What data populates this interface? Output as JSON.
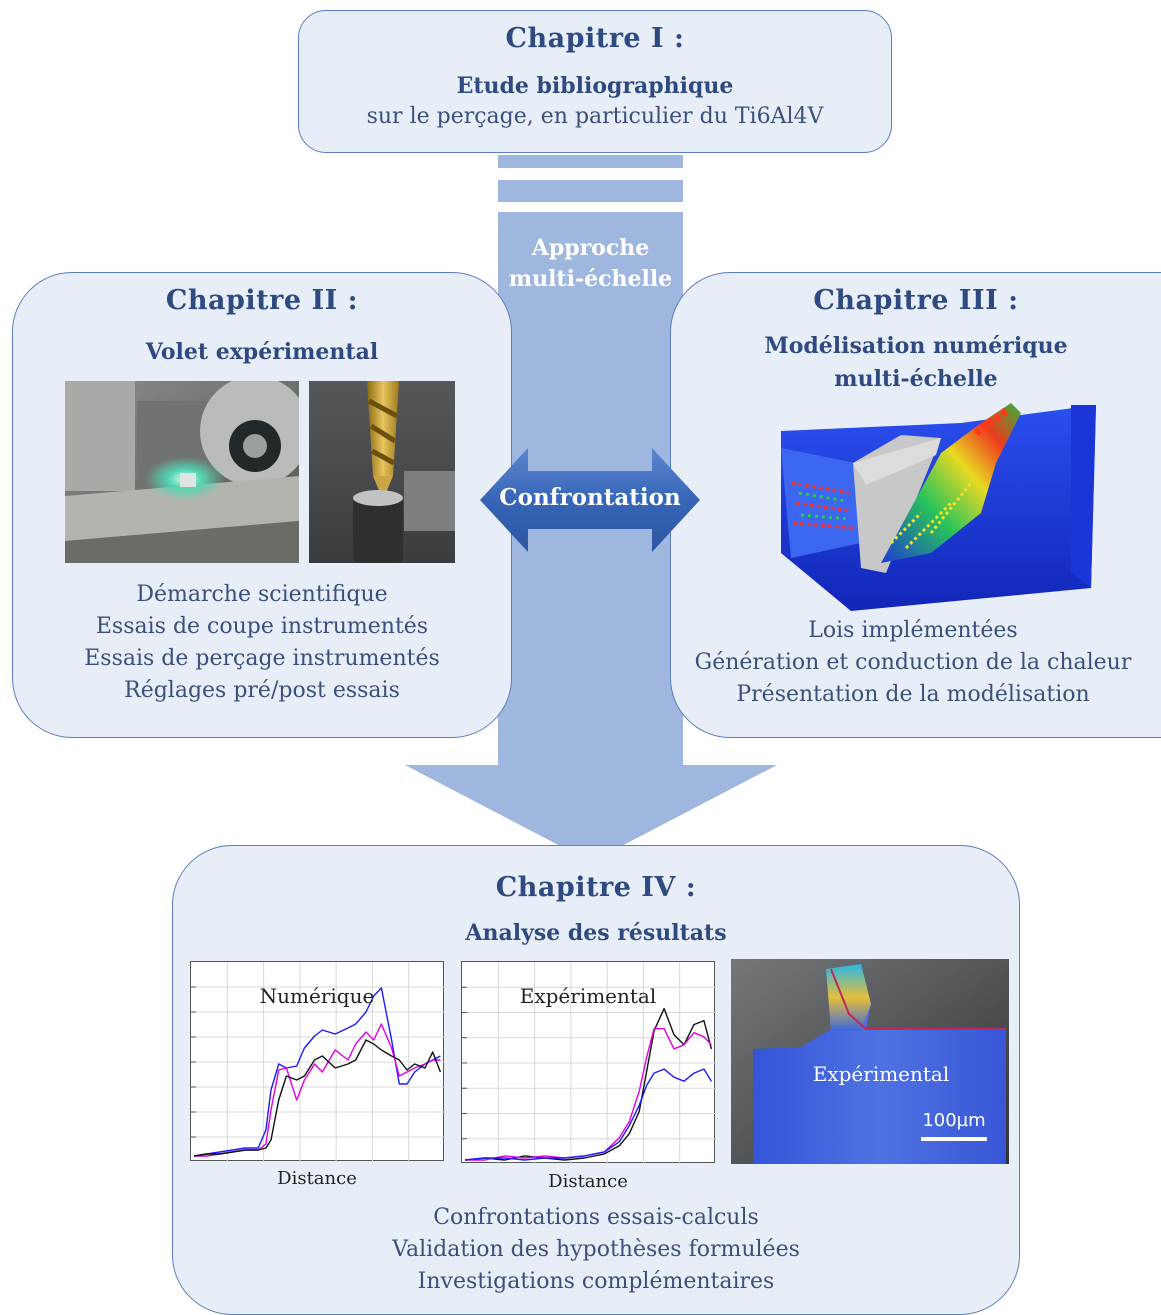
{
  "chapter1": {
    "title": "Chapitre I :",
    "subtitle": "Etude bibliographique",
    "description": "sur le perçage, en particulier du Ti6Al4V"
  },
  "central_arrow": {
    "label": "Approche multi-échelle",
    "label_line1": "Approche",
    "label_line2": "multi-échelle"
  },
  "confrontation": {
    "label": "Confrontation"
  },
  "chapter2": {
    "title": "Chapitre II :",
    "subtitle": "Volet expérimental",
    "items": [
      "Démarche scientifique",
      "Essais de coupe instrumentés",
      "Essais de perçage instrumentés",
      "Réglages pré/post essais"
    ]
  },
  "chapter3": {
    "title": "Chapitre III :",
    "subtitle_line1": "Modélisation numérique",
    "subtitle_line2": "multi-échelle",
    "items": [
      "Lois implémentées",
      "Génération et conduction de la chaleur",
      "Présentation de la modélisation"
    ]
  },
  "chapter4": {
    "title": "Chapitre IV :",
    "subtitle": "Analyse des résultats",
    "items": [
      "Confrontations essais-calculs",
      "Validation des hypothèses formulées",
      "Investigations complémentaires"
    ],
    "image_label": "Expérimental",
    "scale_bar": "100µm"
  },
  "chart_data": [
    {
      "type": "line",
      "title": "Numérique",
      "xlabel": "Distance",
      "ylabel": "",
      "x": [
        0,
        0.05,
        0.1,
        0.15,
        0.2,
        0.25,
        0.28,
        0.3,
        0.33,
        0.36,
        0.4,
        0.43,
        0.47,
        0.5,
        0.55,
        0.6,
        0.63,
        0.67,
        0.7,
        0.73,
        0.77,
        0.8,
        0.83,
        0.86,
        0.9,
        0.93,
        0.96
      ],
      "ylim": [
        0,
        1
      ],
      "series": [
        {
          "color": "#1a1aff",
          "values": [
            0.02,
            0.03,
            0.04,
            0.05,
            0.06,
            0.06,
            0.15,
            0.35,
            0.48,
            0.46,
            0.47,
            0.56,
            0.62,
            0.65,
            0.63,
            0.66,
            0.68,
            0.74,
            0.82,
            0.86,
            0.6,
            0.38,
            0.38,
            0.44,
            0.48,
            0.5,
            0.52
          ]
        },
        {
          "color": "#e000e0",
          "values": [
            0.02,
            0.02,
            0.03,
            0.04,
            0.05,
            0.05,
            0.08,
            0.25,
            0.45,
            0.46,
            0.3,
            0.4,
            0.48,
            0.44,
            0.55,
            0.5,
            0.58,
            0.64,
            0.6,
            0.68,
            0.56,
            0.42,
            0.44,
            0.46,
            0.48,
            0.5,
            0.5
          ]
        },
        {
          "color": "#111111",
          "values": [
            0.02,
            0.03,
            0.03,
            0.04,
            0.05,
            0.05,
            0.06,
            0.1,
            0.3,
            0.42,
            0.4,
            0.42,
            0.5,
            0.52,
            0.46,
            0.48,
            0.5,
            0.6,
            0.58,
            0.55,
            0.52,
            0.5,
            0.45,
            0.48,
            0.46,
            0.54,
            0.44
          ]
        }
      ]
    },
    {
      "type": "line",
      "title": "Expérimental",
      "xlabel": "Distance",
      "ylabel": "",
      "x": [
        0,
        0.08,
        0.16,
        0.24,
        0.32,
        0.4,
        0.48,
        0.56,
        0.62,
        0.66,
        0.7,
        0.73,
        0.76,
        0.8,
        0.84,
        0.88,
        0.92,
        0.96,
        0.99
      ],
      "ylim": [
        0,
        1
      ],
      "series": [
        {
          "color": "#111111",
          "values": [
            0.01,
            0.02,
            0.01,
            0.03,
            0.02,
            0.01,
            0.02,
            0.04,
            0.08,
            0.14,
            0.25,
            0.45,
            0.65,
            0.76,
            0.63,
            0.58,
            0.68,
            0.7,
            0.56
          ]
        },
        {
          "color": "#e000e0",
          "values": [
            0.01,
            0.01,
            0.03,
            0.02,
            0.03,
            0.02,
            0.03,
            0.05,
            0.12,
            0.2,
            0.35,
            0.52,
            0.66,
            0.66,
            0.56,
            0.58,
            0.64,
            0.62,
            0.58
          ]
        },
        {
          "color": "#1a1aff",
          "values": [
            0.01,
            0.02,
            0.02,
            0.01,
            0.02,
            0.02,
            0.03,
            0.05,
            0.1,
            0.18,
            0.28,
            0.38,
            0.44,
            0.46,
            0.42,
            0.4,
            0.44,
            0.46,
            0.4
          ]
        }
      ]
    }
  ]
}
